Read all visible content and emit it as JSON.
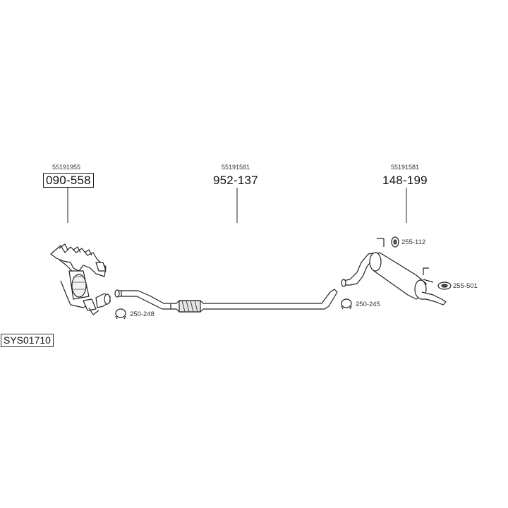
{
  "system_code": "SYS01710",
  "parts": [
    {
      "oem": "55191955",
      "number": "090-558",
      "highlighted": true
    },
    {
      "oem": "55191581",
      "number": "952-137",
      "highlighted": false
    },
    {
      "oem": "55191581",
      "number": "148-199",
      "highlighted": false
    }
  ],
  "accessories": [
    {
      "number": "250-248",
      "icon": "clamp-icon"
    },
    {
      "number": "250-245",
      "icon": "clamp-icon"
    },
    {
      "number": "255-112",
      "icon": "rubber-mount-icon"
    },
    {
      "number": "255-501",
      "icon": "rubber-ring-icon"
    }
  ]
}
